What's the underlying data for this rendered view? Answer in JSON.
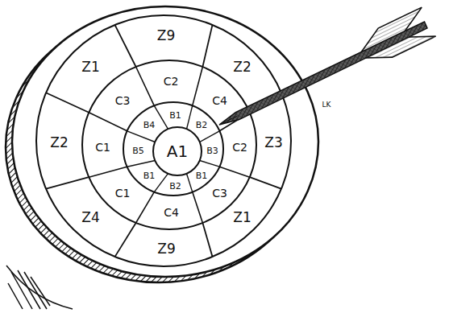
{
  "diagram": {
    "labels": [
      "Z9",
      "Z1",
      "Z2",
      "C2",
      "C3",
      "C4",
      "B4",
      "B1",
      "B2",
      "LK",
      "A1",
      "B5",
      "B3",
      "C1",
      "Z2",
      "C2",
      "Z3",
      "B1",
      "B2",
      "B1",
      "C1",
      "C3",
      "C4",
      "Z4",
      "Z1",
      "Z9"
    ]
  }
}
